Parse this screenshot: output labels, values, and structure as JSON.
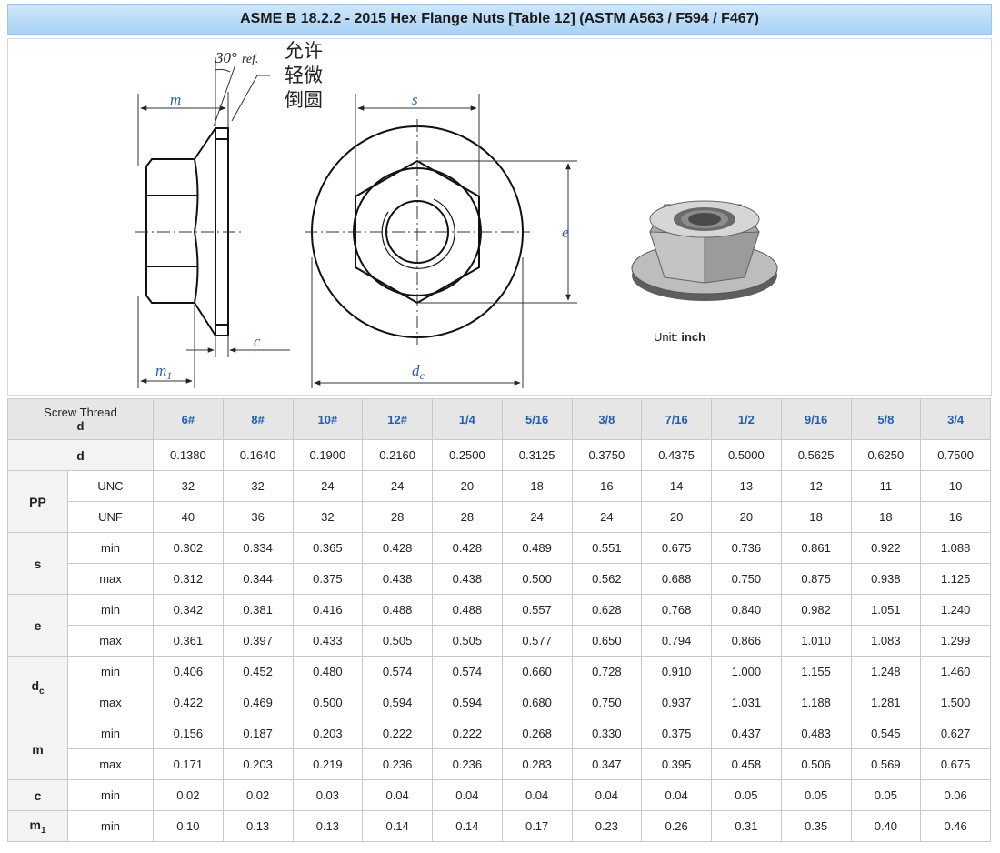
{
  "title": "ASME B 18.2.2 - 2015 Hex Flange Nuts [Table 12] (ASTM A563 / F594 / F467)",
  "figure": {
    "angle_label": "30°",
    "angle_ref": "ref.",
    "note_lines": [
      "允许",
      "轻微",
      "倒圆"
    ],
    "dims": {
      "m": "m",
      "m1_main": "m",
      "m1_sub": "1",
      "c": "c",
      "s": "s",
      "e": "e",
      "dc_main": "d",
      "dc_sub": "c"
    },
    "unit_label": "Unit: ",
    "unit_value": "inch"
  },
  "colors": {
    "size_header": "#1f5fb4",
    "title_bg": "#b8dbf7",
    "header_bg": "#e6e6e6"
  },
  "table": {
    "corner_line1": "Screw Thread",
    "corner_line2": "d",
    "sizes": [
      "6#",
      "8#",
      "10#",
      "12#",
      "1/4",
      "5/16",
      "3/8",
      "7/16",
      "1/2",
      "9/16",
      "5/8",
      "3/4"
    ],
    "rows": [
      {
        "param": "d",
        "sub": "",
        "values": [
          "0.1380",
          "0.1640",
          "0.1900",
          "0.2160",
          "0.2500",
          "0.3125",
          "0.3750",
          "0.4375",
          "0.5000",
          "0.5625",
          "0.6250",
          "0.7500"
        ]
      },
      {
        "param": "PP",
        "sub": "UNC",
        "values": [
          "32",
          "32",
          "24",
          "24",
          "20",
          "18",
          "16",
          "14",
          "13",
          "12",
          "11",
          "10"
        ]
      },
      {
        "param": "PP",
        "sub": "UNF",
        "values": [
          "40",
          "36",
          "32",
          "28",
          "28",
          "24",
          "24",
          "20",
          "20",
          "18",
          "18",
          "16"
        ]
      },
      {
        "param": "s",
        "sub": "min",
        "values": [
          "0.302",
          "0.334",
          "0.365",
          "0.428",
          "0.428",
          "0.489",
          "0.551",
          "0.675",
          "0.736",
          "0.861",
          "0.922",
          "1.088"
        ]
      },
      {
        "param": "s",
        "sub": "max",
        "values": [
          "0.312",
          "0.344",
          "0.375",
          "0.438",
          "0.438",
          "0.500",
          "0.562",
          "0.688",
          "0.750",
          "0.875",
          "0.938",
          "1.125"
        ]
      },
      {
        "param": "e",
        "sub": "min",
        "values": [
          "0.342",
          "0.381",
          "0.416",
          "0.488",
          "0.488",
          "0.557",
          "0.628",
          "0.768",
          "0.840",
          "0.982",
          "1.051",
          "1.240"
        ]
      },
      {
        "param": "e",
        "sub": "max",
        "values": [
          "0.361",
          "0.397",
          "0.433",
          "0.505",
          "0.505",
          "0.577",
          "0.650",
          "0.794",
          "0.866",
          "1.010",
          "1.083",
          "1.299"
        ]
      },
      {
        "param": "dc",
        "sub": "min",
        "values": [
          "0.406",
          "0.452",
          "0.480",
          "0.574",
          "0.574",
          "0.660",
          "0.728",
          "0.910",
          "1.000",
          "1.155",
          "1.248",
          "1.460"
        ]
      },
      {
        "param": "dc",
        "sub": "max",
        "values": [
          "0.422",
          "0.469",
          "0.500",
          "0.594",
          "0.594",
          "0.680",
          "0.750",
          "0.937",
          "1.031",
          "1.188",
          "1.281",
          "1.500"
        ]
      },
      {
        "param": "m",
        "sub": "min",
        "values": [
          "0.156",
          "0.187",
          "0.203",
          "0.222",
          "0.222",
          "0.268",
          "0.330",
          "0.375",
          "0.437",
          "0.483",
          "0.545",
          "0.627"
        ]
      },
      {
        "param": "m",
        "sub": "max",
        "values": [
          "0.171",
          "0.203",
          "0.219",
          "0.236",
          "0.236",
          "0.283",
          "0.347",
          "0.395",
          "0.458",
          "0.506",
          "0.569",
          "0.675"
        ]
      },
      {
        "param": "c",
        "sub": "min",
        "values": [
          "0.02",
          "0.02",
          "0.03",
          "0.04",
          "0.04",
          "0.04",
          "0.04",
          "0.04",
          "0.05",
          "0.05",
          "0.05",
          "0.06"
        ]
      },
      {
        "param": "m1",
        "sub": "min",
        "values": [
          "0.10",
          "0.13",
          "0.13",
          "0.14",
          "0.14",
          "0.17",
          "0.23",
          "0.26",
          "0.31",
          "0.35",
          "0.40",
          "0.46"
        ]
      }
    ],
    "param_labels": {
      "PP": {
        "main": "PP",
        "sub": ""
      },
      "s": {
        "main": "s",
        "sub": ""
      },
      "e": {
        "main": "e",
        "sub": ""
      },
      "dc": {
        "main": "d",
        "sub": "c"
      },
      "m": {
        "main": "m",
        "sub": ""
      },
      "c": {
        "main": "c",
        "sub": ""
      },
      "m1": {
        "main": "m",
        "sub": "1"
      }
    }
  }
}
